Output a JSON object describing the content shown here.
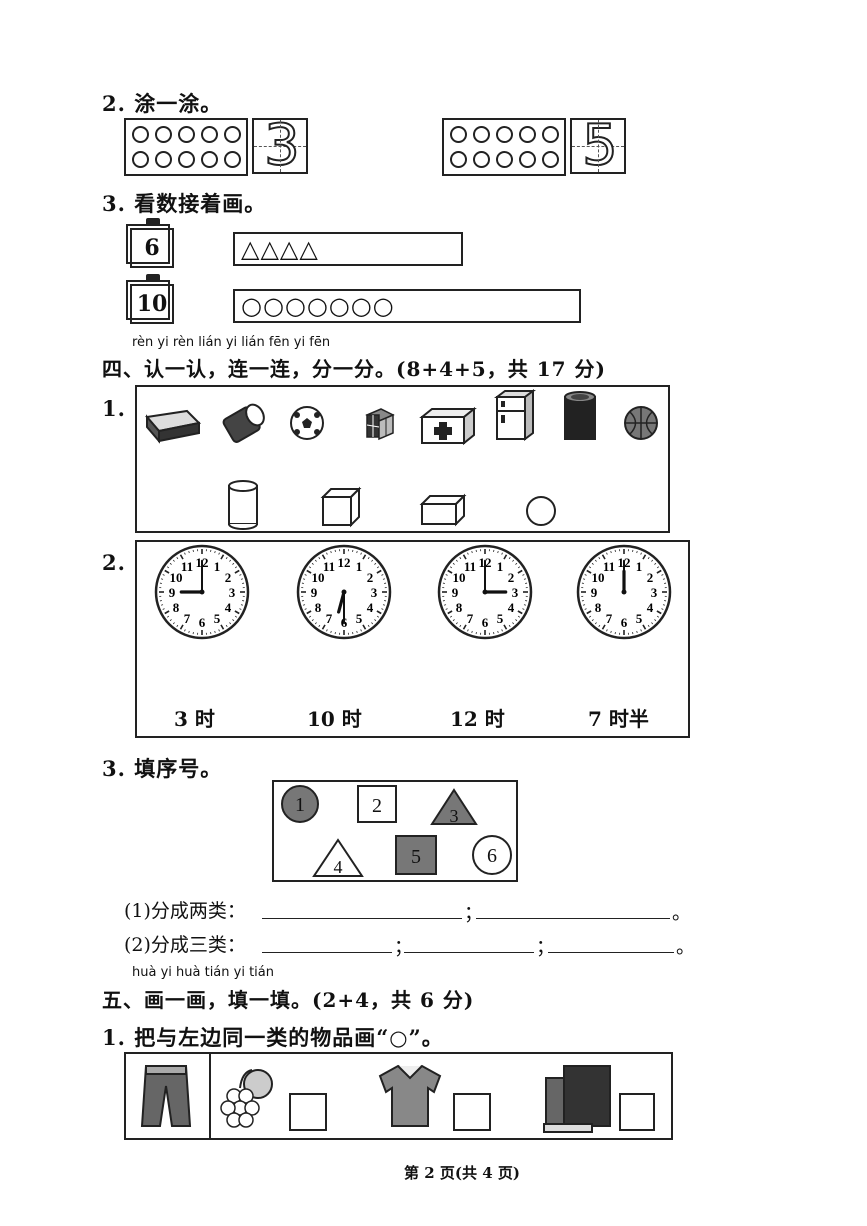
{
  "q2_title": "2. 涂一涂。",
  "q2_numbers": [
    "3",
    "5"
  ],
  "q3_title": "3. 看数接着画。",
  "q3_rows": [
    {
      "number": "6",
      "drawn": "△△△△"
    },
    {
      "number": "10",
      "drawn": "○○○○○○○"
    }
  ],
  "section4_pinyin": "rèn yi rèn  lián yi lián  fēn yi fēn",
  "section4_title": "四、认一认，连一连，分一分。(8+4+5，共 17 分)",
  "s4_q1_label": "1.",
  "s4_q1_objects": [
    "eraser-icon",
    "can-icon",
    "soccer-ball-icon",
    "rubik-cube-icon",
    "medicine-box-icon",
    "fridge-icon",
    "tin-can-icon",
    "basketball-icon"
  ],
  "s4_q1_shapes": [
    "cylinder-icon",
    "cube-icon",
    "cuboid-icon",
    "sphere-icon"
  ],
  "s4_q2_label": "2.",
  "clock_times": [
    "3 时",
    "10 时",
    "12 时",
    "7 时半"
  ],
  "clock_numbers": [
    "12",
    "1",
    "2",
    "3",
    "4",
    "5",
    "6",
    "7",
    "8",
    "9",
    "10",
    "11"
  ],
  "clocks": [
    {
      "hour": 9,
      "minute": 0
    },
    {
      "hour": 6,
      "minute": 30
    },
    {
      "hour": 3,
      "minute": 0
    },
    {
      "hour": 12,
      "minute": 0
    }
  ],
  "s4_q3_title": "3. 填序号。",
  "s4_q3_shapes": [
    "1",
    "2",
    "3",
    "4",
    "5",
    "6"
  ],
  "s4_q3_line1": "(1)分成两类：",
  "s4_q3_line2": "(2)分成三类：",
  "sep_semicolon": "；",
  "end_period": "。",
  "section5_pinyin": "huà yi huà  tián yi tián",
  "section5_title": "五、画一画，填一填。(2+4，共 6 分)",
  "s5_q1_title": "1. 把与左边同一类的物品画“○”。",
  "s5_q1_items": [
    "shorts-icon",
    "fruits-icon",
    "shirt-icon",
    "books-icon"
  ],
  "footer": "第 2 页(共 4 页)"
}
